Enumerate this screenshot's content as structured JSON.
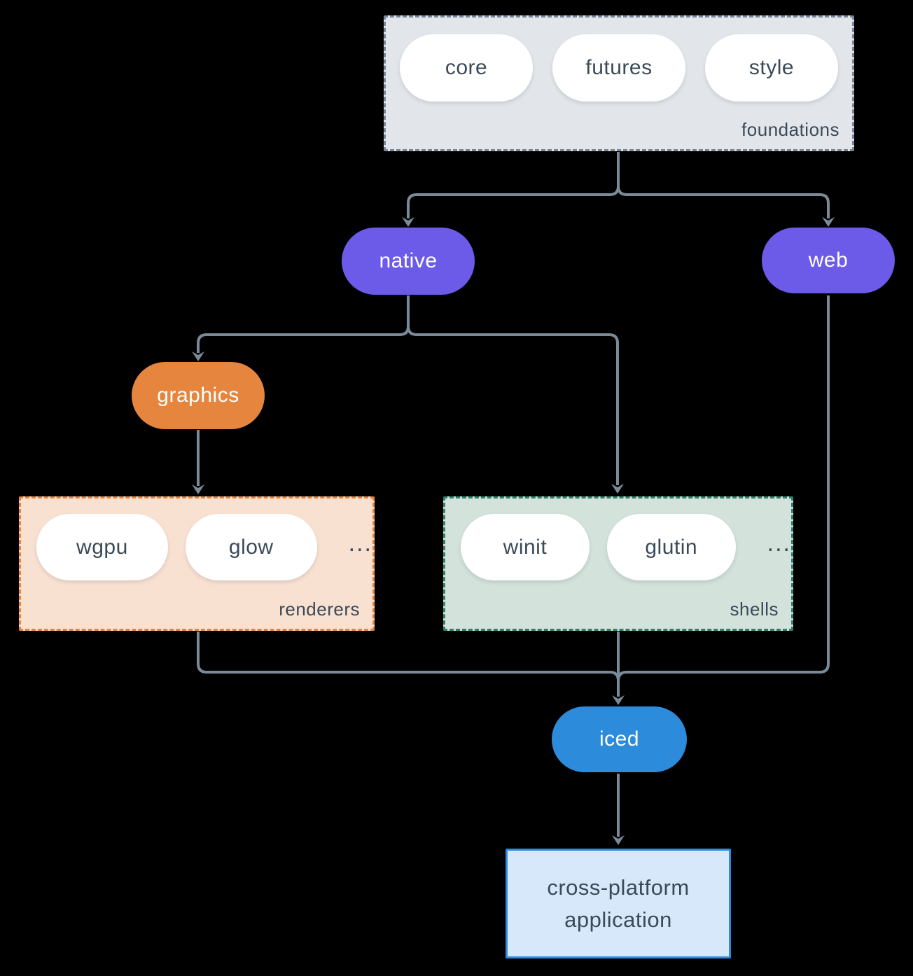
{
  "colors": {
    "background": "#000000",
    "arrow": "#7b8a99",
    "text-dark": "#3b4a58",
    "text-light": "#ffffff",
    "pill-white": "#ffffff",
    "purple": "#6c5be8",
    "orange": "#e6853d",
    "blue": "#2d8bdb",
    "foundations-fill": "#e2e6ea",
    "foundations-border": "#78879a",
    "renderers-fill": "#f9e1d2",
    "renderers-border": "#e8853b",
    "shells-fill": "#d3e2db",
    "shells-border": "#2f8170",
    "app-fill": "#d6e8f9",
    "app-border": "#2e8ade"
  },
  "foundations": {
    "label": "foundations",
    "items": [
      "core",
      "futures",
      "style"
    ]
  },
  "platforms": {
    "native": "native",
    "web": "web"
  },
  "graphics": {
    "label": "graphics"
  },
  "renderers": {
    "label": "renderers",
    "items": [
      "wgpu",
      "glow"
    ],
    "more": "..."
  },
  "shells": {
    "label": "shells",
    "items": [
      "winit",
      "glutin"
    ],
    "more": "..."
  },
  "iced": {
    "label": "iced"
  },
  "application": {
    "line1": "cross-platform",
    "line2": "application"
  }
}
